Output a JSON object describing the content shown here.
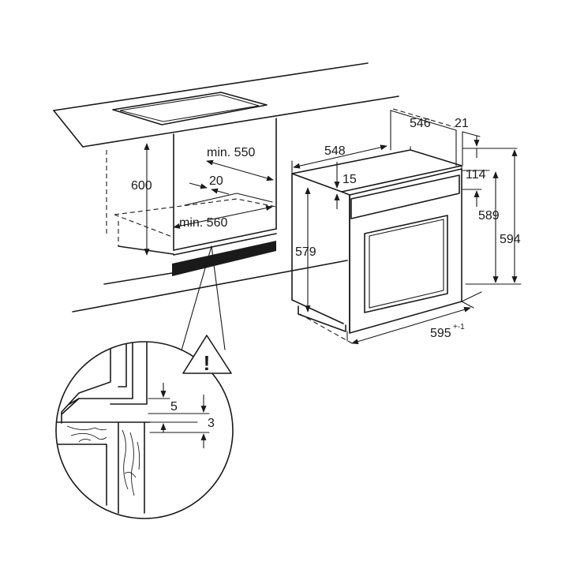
{
  "colors": {
    "line": "#1a1a1a",
    "background": "#ffffff"
  },
  "icons": {
    "warning": "warning-triangle-icon"
  },
  "dimensions": {
    "cabinet_height": "600",
    "cabinet_depth_min": "min. 550",
    "cabinet_rear_gap": "20",
    "cabinet_width_min": "min. 560",
    "oven_top_depth": "548",
    "oven_depth": "546",
    "door_thickness": "21",
    "top_offset": "15",
    "panel_height": "114",
    "oven_body_height_left": "579",
    "oven_body_height_right": "589",
    "oven_total_height": "594",
    "oven_width": "595",
    "oven_width_tolerance": "+-1",
    "detail_gap_top": "5",
    "detail_gap_bottom": "3",
    "warning_mark": "!"
  }
}
